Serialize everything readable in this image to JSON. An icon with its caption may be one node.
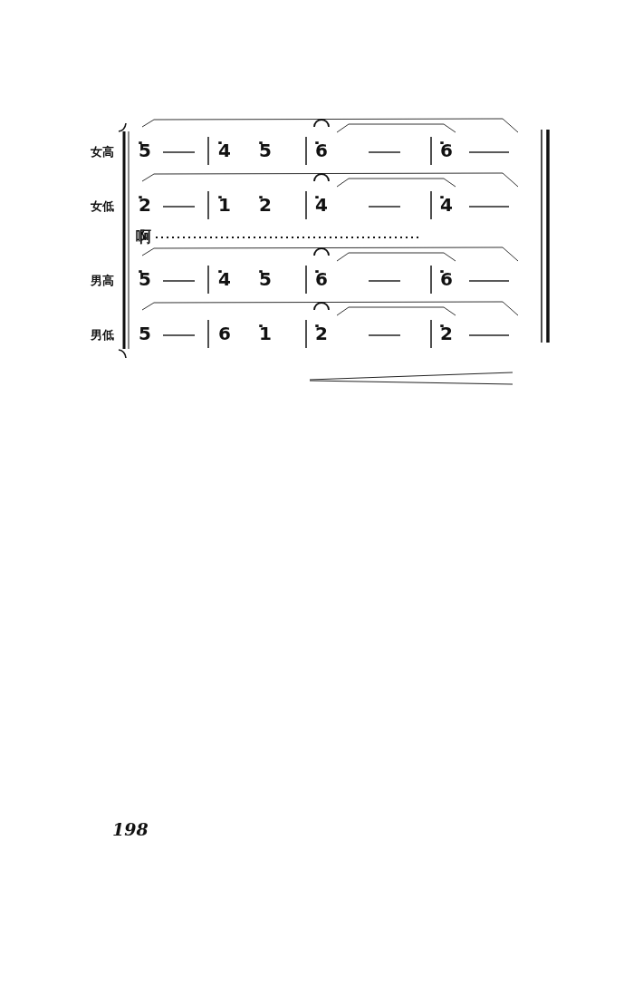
{
  "diagram": {
    "labels": [
      "女高",
      "5̇",
      "4̇",
      "5̇",
      "6̇",
      "6̇",
      "女低",
      "2̇",
      "1̇",
      "2̇",
      "4̇",
      "4̇",
      "啊",
      "男高",
      "5̇",
      "4̇",
      "5̇",
      "6̇",
      "6̇",
      "男低",
      "5",
      "6",
      "1̇",
      "2̇",
      "2̇",
      "198"
    ]
  }
}
